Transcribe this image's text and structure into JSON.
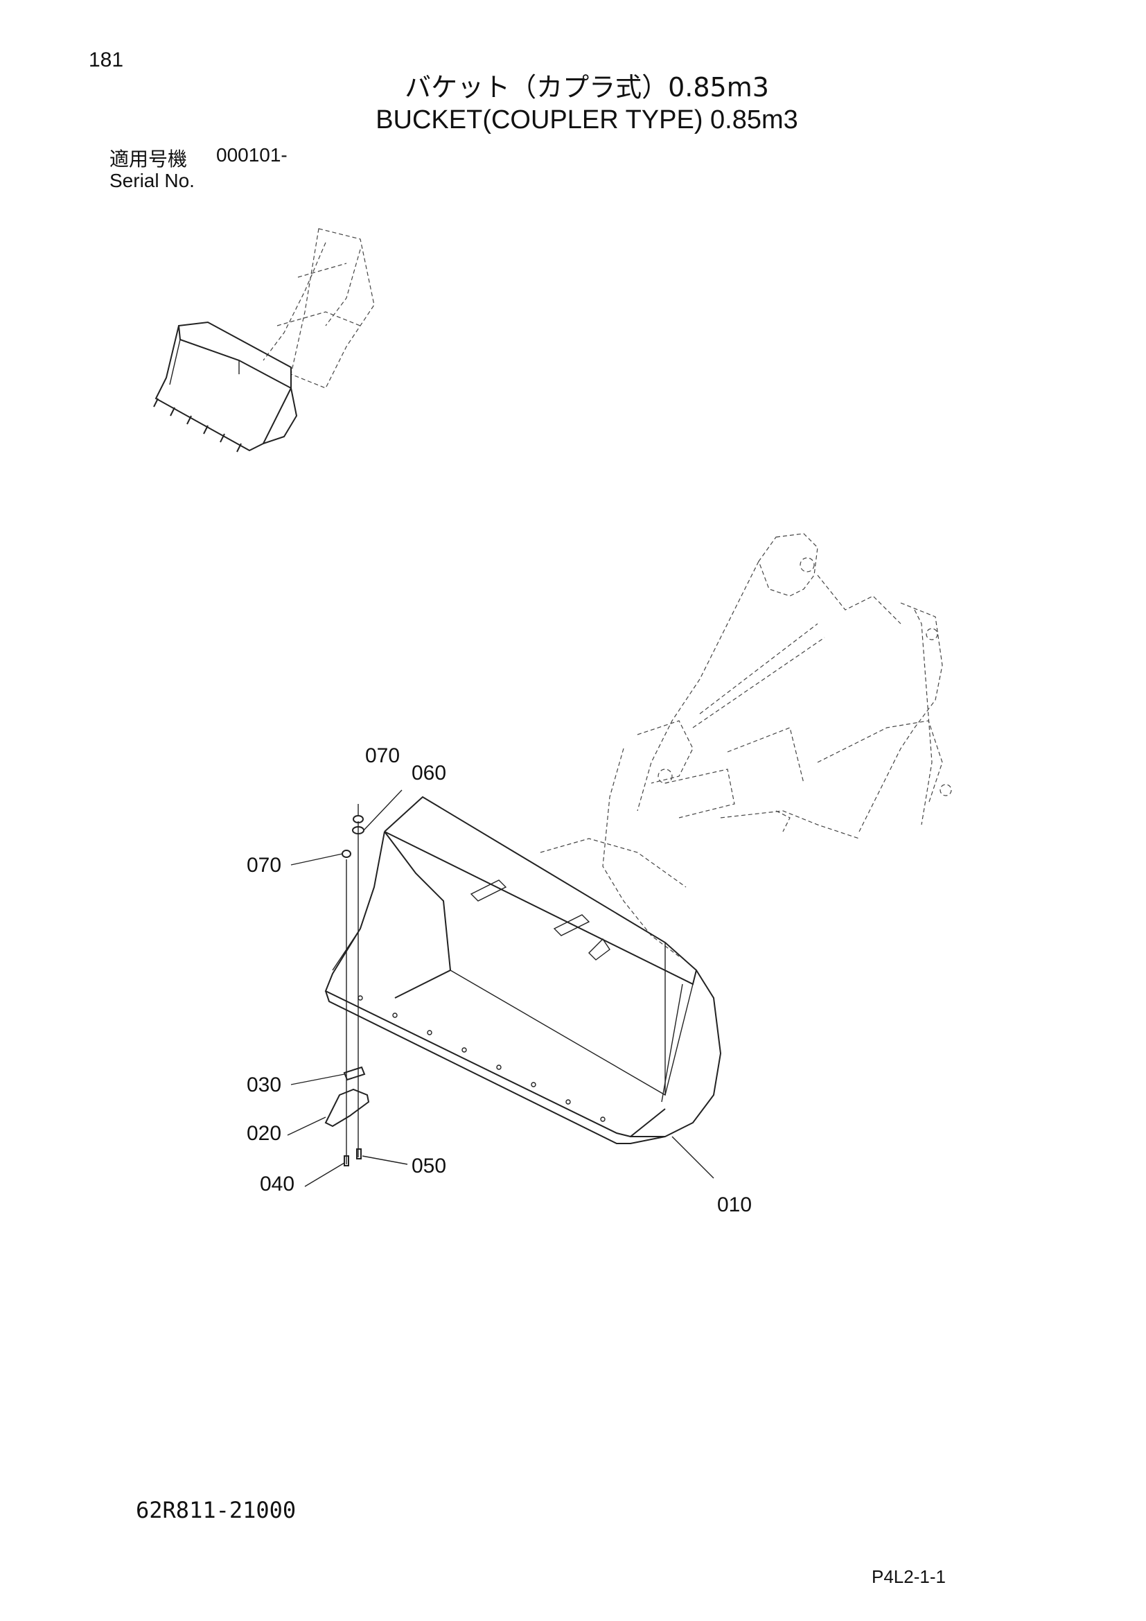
{
  "page": {
    "number": "181",
    "title_jp": "バケット（カプラ式）0.85m3",
    "title_en": "BUCKET(COUPLER TYPE) 0.85m3",
    "serial_label_jp": "適用号機",
    "serial_value": "000101-",
    "serial_label_en": "Serial No.",
    "part_code": "62R811-21000",
    "page_ref": "P4L2-1-1"
  },
  "callouts": {
    "c070a": "070",
    "c060": "060",
    "c070b": "070",
    "c030": "030",
    "c020": "020",
    "c040": "040",
    "c050": "050",
    "c010": "010"
  }
}
